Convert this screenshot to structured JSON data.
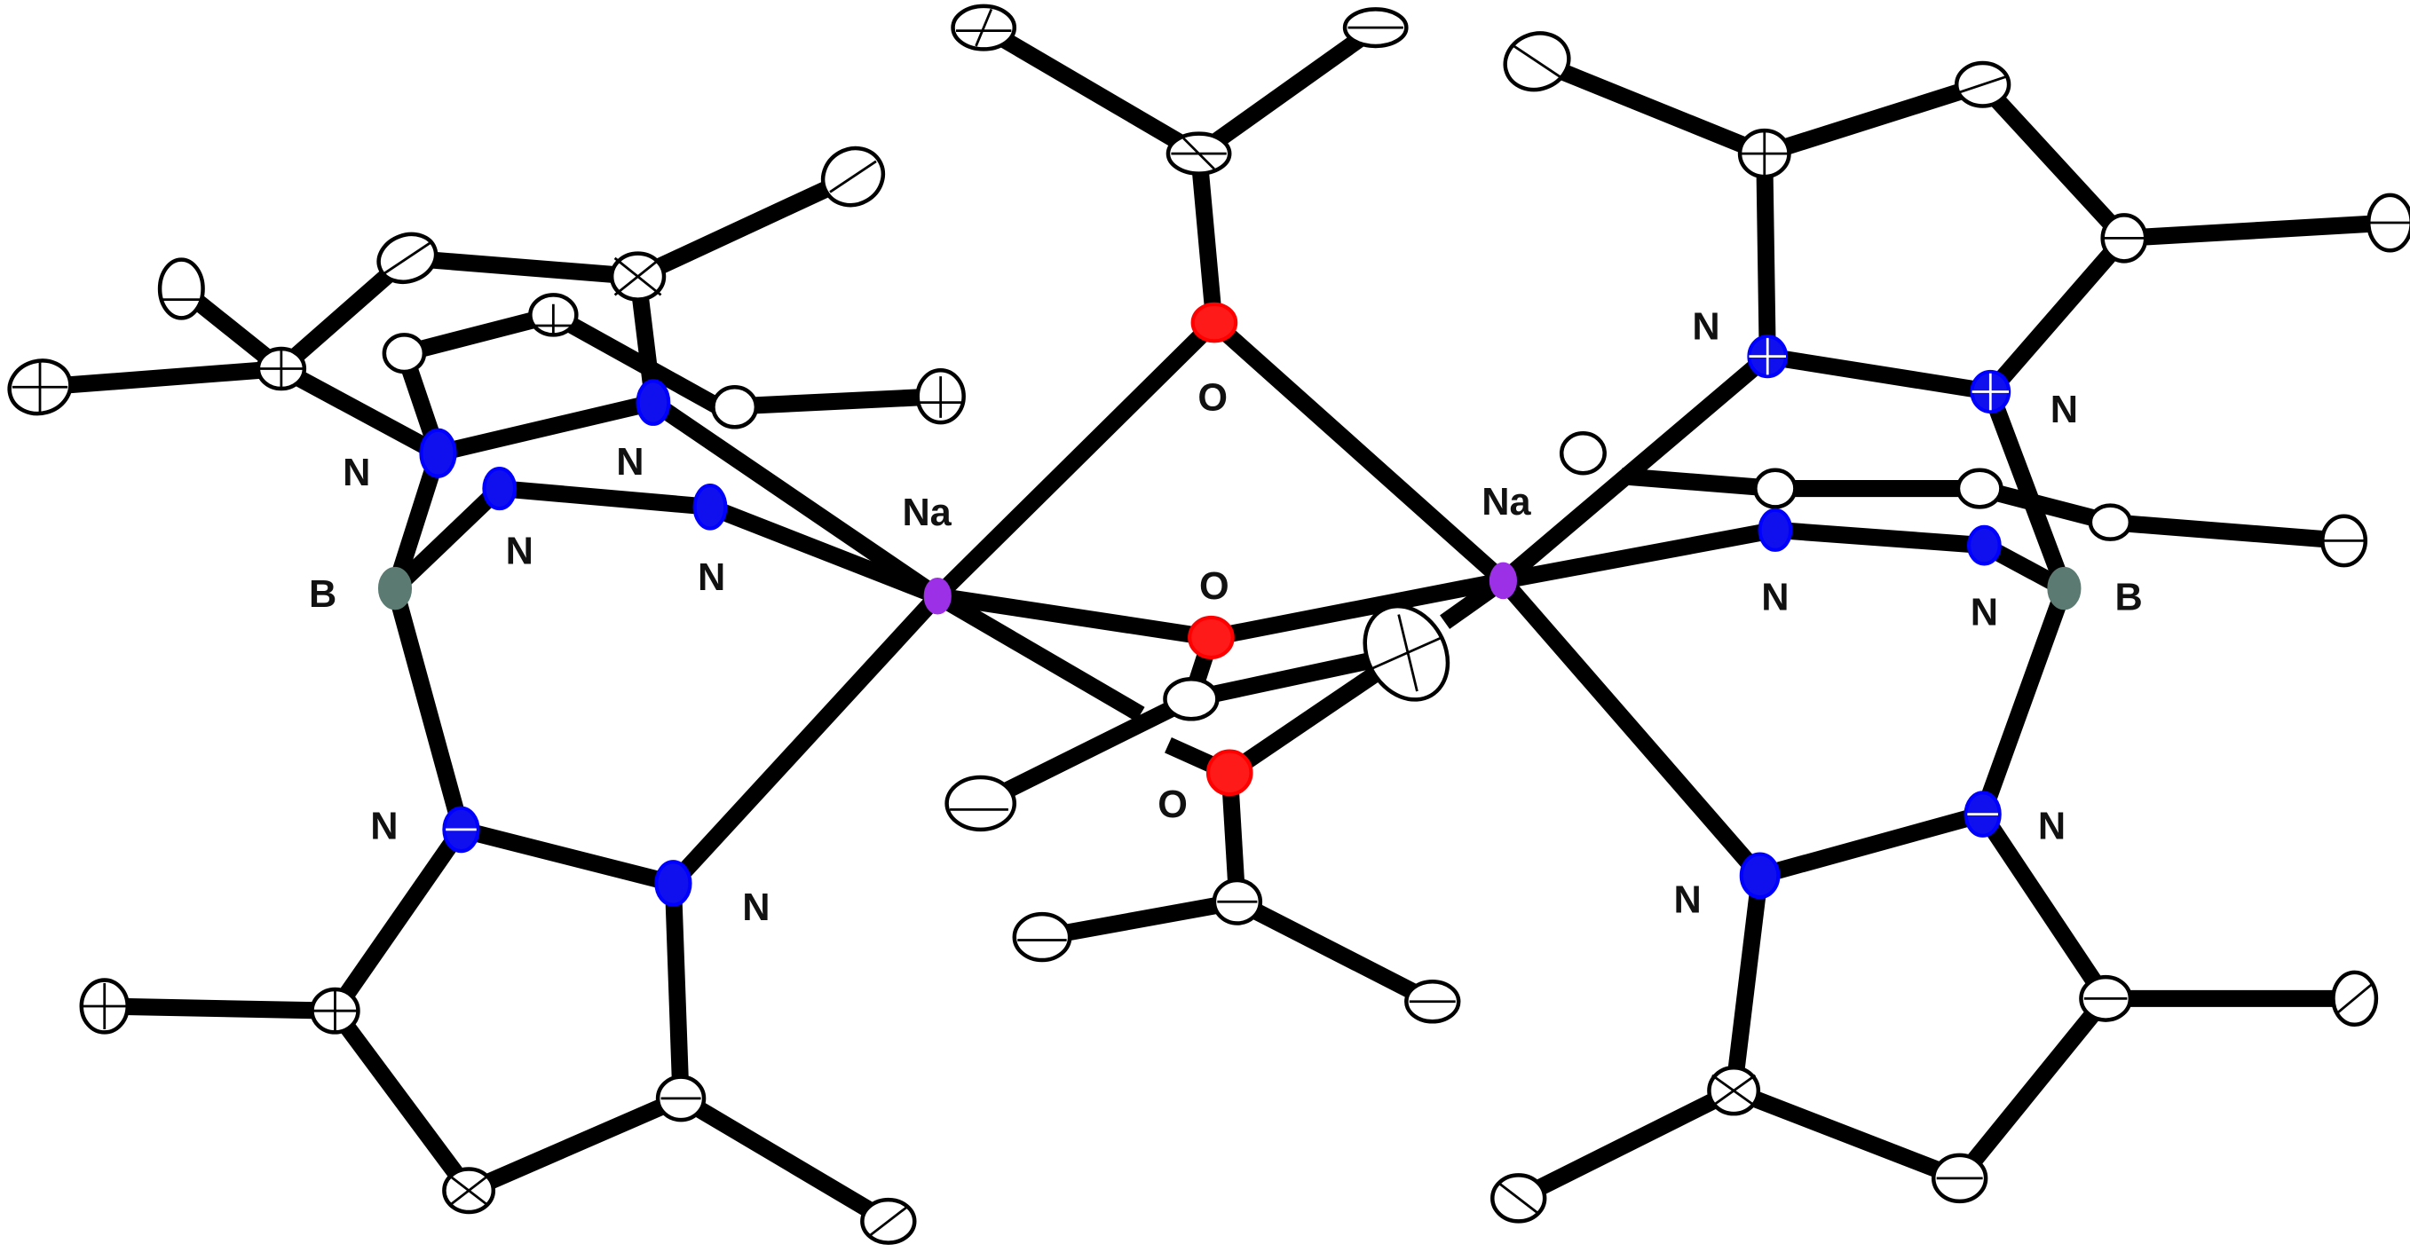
{
  "figure": {
    "type": "ORTEP crystal structure",
    "background": "#ffffff",
    "colors": {
      "carbon": "#ffffff",
      "nitrogen": "#1010ee",
      "oxygen": "#ff1a1a",
      "sodium": "#9b30e6",
      "boron": "#5a7a72",
      "bond": "#000000"
    }
  },
  "labels": {
    "na_left": "Na",
    "na_right": "Na",
    "o_top": "O",
    "o_mid": "O",
    "o_low": "O",
    "b_left": "B",
    "b_right": "B",
    "n_left_1": "N",
    "n_left_2": "N",
    "n_left_3": "N",
    "n_left_4": "N",
    "n_left_5": "N",
    "n_left_6": "N",
    "n_right_1": "N",
    "n_right_2": "N",
    "n_right_3": "N",
    "n_right_4": "N",
    "n_right_5": "N",
    "n_right_6": "N"
  }
}
